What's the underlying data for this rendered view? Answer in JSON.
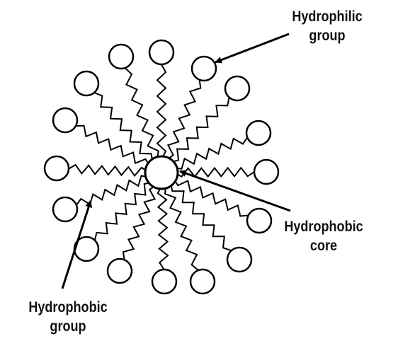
{
  "diagram": {
    "labels": {
      "hydrophilic_group": [
        "Hydrophilic",
        "group"
      ],
      "hydrophobic_core": [
        "Hydrophobic",
        "core"
      ],
      "hydrophobic_group": [
        "Hydrophobic",
        "group"
      ]
    },
    "colors": {
      "stroke": "#000000",
      "fill": "#ffffff",
      "text": "#111111"
    }
  }
}
